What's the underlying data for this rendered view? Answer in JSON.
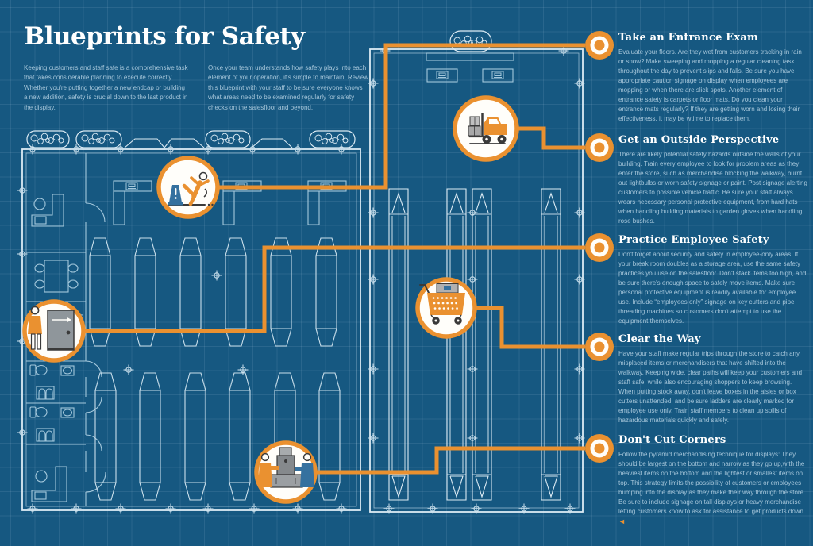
{
  "page": {
    "title": "Blueprints for Safety"
  },
  "intro": {
    "col1": "Keeping customers and staff safe is a comprehensive task that takes considerable planning to execute correctly. Whether you're putting together a new endcap or building a new addition, safety is crucial down to the last product in the display.",
    "col2": "Once your team understands how safety plays into each element of your operation, it's simple to maintain. Review this blueprint with your staff to be sure everyone knows what areas need to be examined regularly for safety checks on the salesfloor and beyond."
  },
  "sections": [
    {
      "title": "Take an Entrance Exam",
      "body": "Evaluate your floors. Are they wet from customers tracking in rain or snow? Make sweeping and mopping a regular cleaning task throughout the day to prevent slips and falls. Be sure you have appropriate caution signage on display when employees are mopping or when there are slick spots. Another element of entrance safety is carpets or floor mats. Do you clean your entrance mats regularly? If they are getting worn and losing their effectiveness, it may be wtime to replace them."
    },
    {
      "title": "Get an Outside Perspective",
      "body": "There are likely potential safety hazards outside the walls of your building. Train every employee to look for problem areas as they enter the store, such as merchandise blocking the walkway, burnt out lightbulbs or worn safety signage or paint. Post signage alerting customers to possible vehicle traffic. Be sure your staff always wears necessary personal protective equipment, from hard hats when handling building materials to garden gloves when handling rose bushes."
    },
    {
      "title": "Practice Employee Safety",
      "body": "Don't forget about security and safety in employee-only areas. If your break room doubles as a storage area, use the same safety practices you use on the salesfloor. Don't stack items too high, and be sure there's enough space to safely move items. Make sure personal protective equipment is readily available for employee use. Include “employees only” signage on key cutters and pipe threading machines so customers don't attempt to use the equipment themselves."
    },
    {
      "title": "Clear the Way",
      "body": "Have your staff make regular trips through the store to catch any misplaced items or merchandisers that have shifted into the walkway. Keeping wide, clear paths will keep your customers and staff safe, while also encouraging shoppers to keep browsing. When putting stock away, don't leave boxes in the aisles or box cutters unattended, and be sure ladders are clearly marked for employee use only. Train staff members to clean up spills of hazardous materials quickly and safely."
    },
    {
      "title": "Don't Cut Corners",
      "body": "Follow the pyramid merchandising technique for displays: They should be largest on the bottom and narrow as they go up,with the heaviest items on the bottom and the lightest or smallest items on top. This strategy limits the possibility of customers or employees bumping into the display as they make their way through the store. Be sure to include signage on tall displays or heavy merchandise letting customers know to ask for assistance to get products down.",
      "end_marker": "◄"
    }
  ],
  "blueprint": {
    "icons": [
      {
        "name": "slip-hazard-icon",
        "links_to": "Take an Entrance Exam"
      },
      {
        "name": "forklift-icon",
        "links_to": "Get an Outside Perspective"
      },
      {
        "name": "employee-door-icon",
        "links_to": "Practice Employee Safety"
      },
      {
        "name": "shopping-cart-icon",
        "links_to": "Clear the Way"
      },
      {
        "name": "service-counter-icon",
        "links_to": "Don't Cut Corners"
      }
    ]
  },
  "colors": {
    "background": "#165881",
    "accent_orange": "#EA9130",
    "blueprint_line": "#DCEBF4",
    "text_light": "#A6C6DA",
    "icon_dark": "#3A3A3A",
    "icon_blue": "#35719F"
  }
}
